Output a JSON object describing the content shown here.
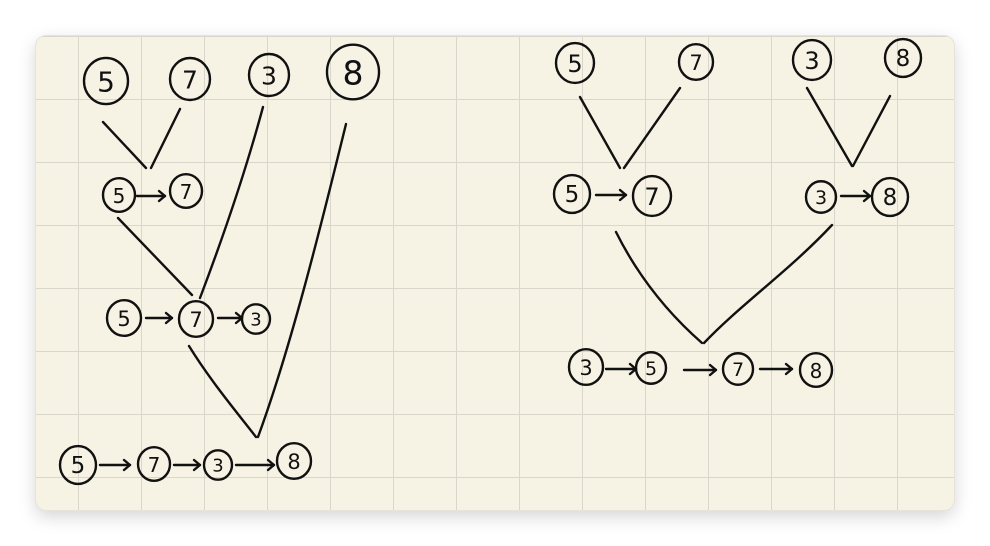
{
  "diagram": {
    "left_tree": {
      "leaves": [
        "5",
        "7",
        "3",
        "8"
      ],
      "level1": [
        "5",
        "7"
      ],
      "level2": [
        "5",
        "7",
        "3"
      ],
      "level3": [
        "5",
        "7",
        "3",
        "8"
      ]
    },
    "right_tree": {
      "leaves": [
        "5",
        "7",
        "3",
        "8"
      ],
      "level1_left": [
        "5",
        "7"
      ],
      "level1_right": [
        "3",
        "8"
      ],
      "result": [
        "3",
        "5",
        "7",
        "8"
      ]
    }
  },
  "colors": {
    "paper": "#f6f2e4",
    "grid": "#d9d6cb",
    "ink": "#111111"
  }
}
